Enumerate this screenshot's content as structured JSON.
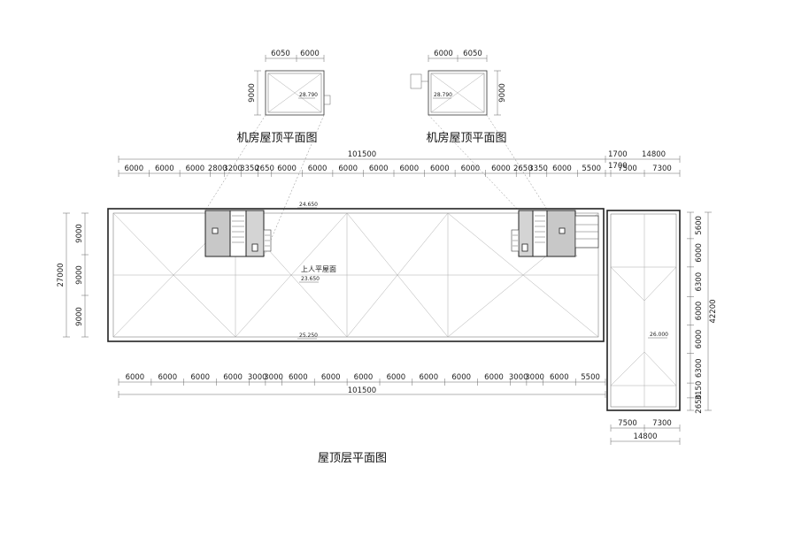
{
  "titles": {
    "machine_room_left": "机房屋顶平面图",
    "machine_room_right": "机房屋顶平面图",
    "roof_plan": "屋顶层平面图"
  },
  "roof_label": "上人平屋面",
  "elevations": {
    "machine_left": "28.790",
    "machine_right": "28.790",
    "top": "24.650",
    "center": "23.650",
    "bottom": "25.250",
    "side": "26.000"
  },
  "dims": {
    "mr_left": [
      "6050",
      "6000"
    ],
    "mr_right": [
      "6000",
      "6050"
    ],
    "mr_height": "9000",
    "top_total": "101500",
    "top_chain": [
      "6000",
      "6000",
      "6000",
      "2800",
      "3200",
      "3350",
      "2650",
      "6000",
      "6000",
      "6000",
      "6000",
      "6000",
      "6000",
      "6000",
      "6000",
      "2650",
      "3350",
      "6000",
      "5500"
    ],
    "side_top_a": "1700",
    "side_top_b": "14800",
    "side_top_c": "1700",
    "side_chain_top": [
      "7500",
      "7300"
    ],
    "bottom_chain": [
      "6000",
      "6000",
      "6000",
      "6000",
      "3000",
      "3000",
      "6000",
      "6000",
      "6000",
      "6000",
      "6000",
      "6000",
      "6000",
      "3000",
      "3000",
      "6000",
      "5500"
    ],
    "bottom_total": "101500",
    "left_chain": [
      "9000",
      "9000",
      "9000"
    ],
    "left_total": "27000",
    "right_chain": [
      "5600",
      "6000",
      "6300",
      "6000",
      "6000",
      "6300",
      "3150",
      "2650"
    ],
    "right_total": "42200",
    "side_bottom_chain": [
      "7500",
      "7300"
    ],
    "side_bottom_total": "14800"
  }
}
